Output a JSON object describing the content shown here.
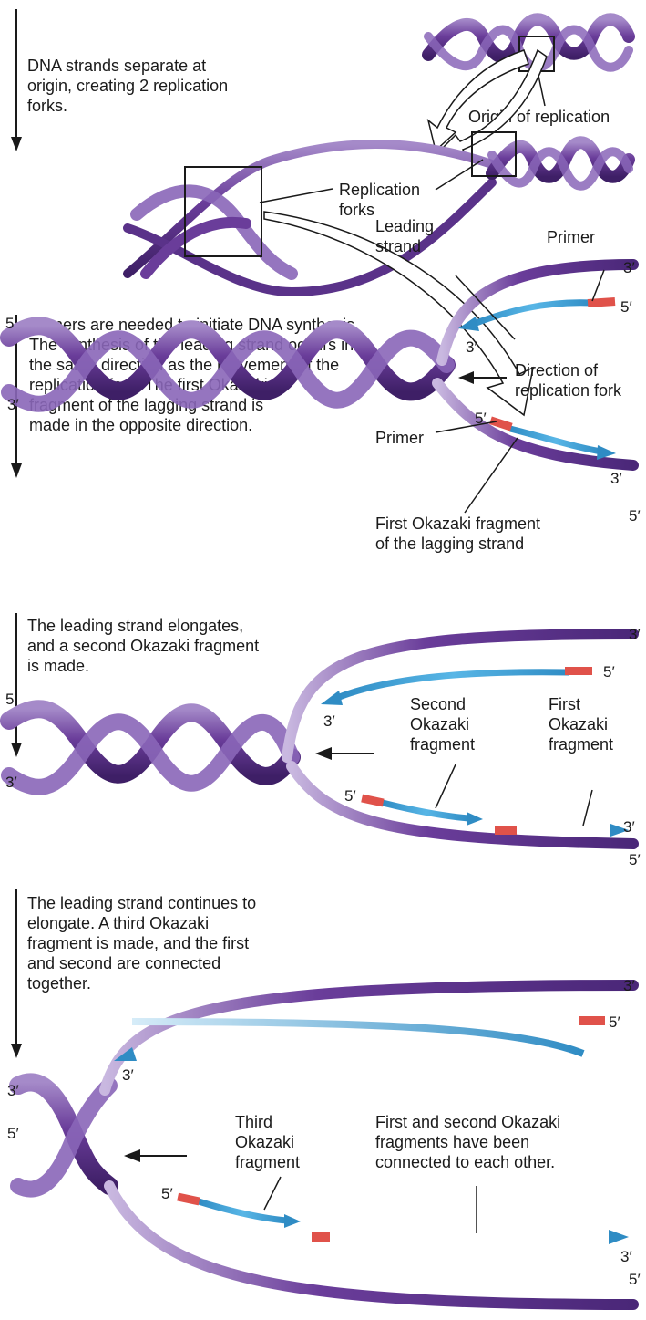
{
  "colors": {
    "dna": "#6a3d9a",
    "dna_dark": "#3e1f66",
    "dna_light": "#a58ac9",
    "new_strand": "#3aa0d8",
    "primer": "#e0524a",
    "arrow": "#1a1a1a"
  },
  "steps": [
    {
      "lines": [
        "DNA strands separate at",
        "origin, creating 2 replication",
        "forks."
      ]
    },
    {
      "lines": [
        "Primers are needed to initiate DNA synthesis.",
        "The synthesis of the leading strand occurs in",
        "the same direction as the movement of the",
        "replication fork. The first Okazaki",
        "fragment of the lagging strand is",
        "made in the opposite direction."
      ]
    },
    {
      "lines": [
        "The leading strand elongates,",
        "and a second Okazaki fragment",
        "is made."
      ]
    },
    {
      "lines": [
        "The leading strand continues to",
        "elongate. A third Okazaki",
        "fragment is made, and the first",
        "and second are connected",
        "together."
      ]
    }
  ],
  "labels": {
    "origin": [
      "Origin of replication"
    ],
    "forks": [
      "Replication",
      "forks"
    ],
    "leading": [
      "Leading",
      "strand"
    ],
    "primer_top": [
      "Primer"
    ],
    "direction": [
      "Direction of",
      "replication fork"
    ],
    "primer_bottom": [
      "Primer"
    ],
    "first_fragment_lagging": [
      "First Okazaki fragment",
      "of the lagging strand"
    ],
    "second_fragment": [
      "Second",
      "Okazaki",
      "fragment"
    ],
    "first_fragment": [
      "First",
      "Okazaki",
      "fragment"
    ],
    "third_fragment": [
      "Third",
      "Okazaki",
      "fragment"
    ],
    "connected": [
      "First and second Okazaki",
      "fragments have been",
      "connected to each other."
    ]
  },
  "primes": {
    "five": "5′",
    "three": "3′"
  }
}
